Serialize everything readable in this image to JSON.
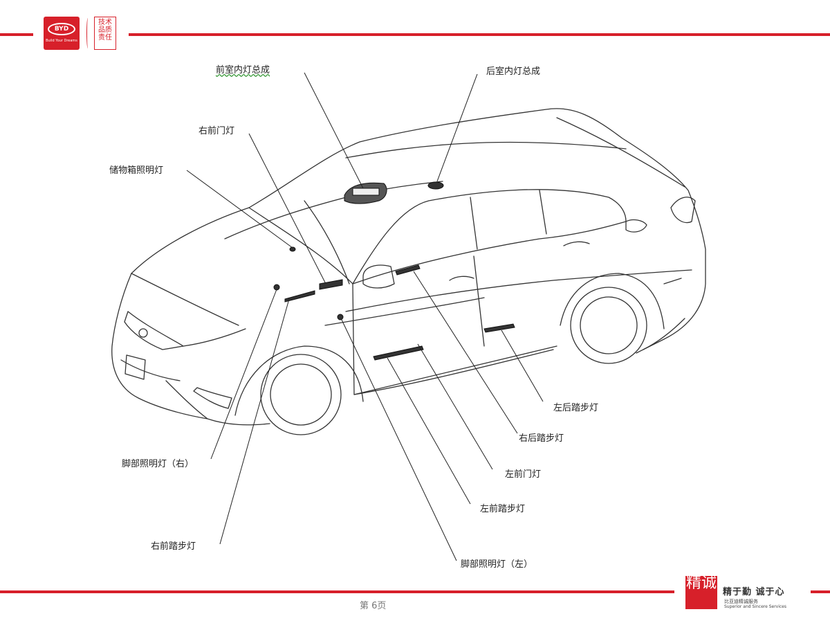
{
  "header": {
    "logo_text": "BYD",
    "logo_tagline": "Build Your Dreams",
    "stamp_text": "技术 品质 责任"
  },
  "labels": {
    "front_dome": "前室内灯总成",
    "rear_dome": "后室内灯总成",
    "right_front_door": "右前门灯",
    "glovebox": "储物箱照明灯",
    "foot_right": "脚部照明灯（右）",
    "right_front_step": "右前踏步灯",
    "left_rear_step": "左后踏步灯",
    "right_rear_step": "右后踏步灯",
    "left_front_door": "左前门灯",
    "left_front_step": "左前踏步灯",
    "foot_left": "脚部照明灯（左）"
  },
  "footer": {
    "page": "第 6页",
    "brand_stamp": "精诚",
    "brand_slogan": "精于勤 诚于心",
    "brand_sub_cn": "比亚迪精诚服务",
    "brand_sub_en": "Superior and Sincere Services"
  },
  "colors": {
    "accent": "#d7202a",
    "line": "#333333"
  }
}
